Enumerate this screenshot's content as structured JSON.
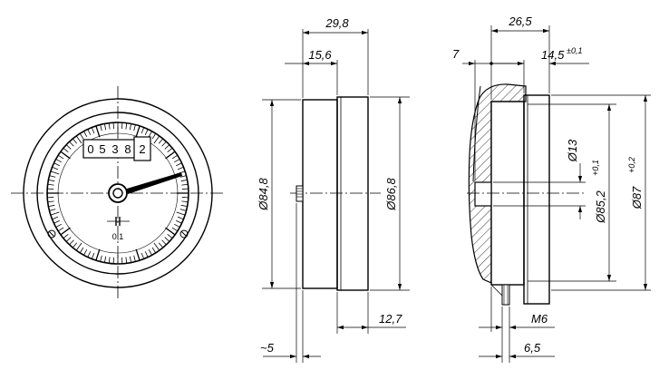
{
  "counter": {
    "digits": [
      "0",
      "5",
      "3",
      "8",
      "2"
    ]
  },
  "dial": {
    "scale_label": "0,1"
  },
  "side_view": {
    "dim_overall_depth": "29,8",
    "dim_front_depth": "15,6",
    "dim_outer_diameter": "Ø84,8",
    "dim_body_diameter": "Ø86,8",
    "dim_rear_depth": "12,7",
    "dim_stud_length": "~5"
  },
  "section_view": {
    "dim_depth": "26,5",
    "dim_offset": "7",
    "dim_rim_depth": "14,5",
    "dim_rim_tolerance": "±0,1",
    "dim_hub_diameter": "Ø13",
    "dim_bore_diameter": "Ø85,2",
    "dim_bore_tolerance": "+0,1",
    "dim_flange_diameter": "Ø87",
    "dim_flange_tolerance": "+0,2",
    "thread_label": "M6",
    "dim_thread_width": "6,5"
  }
}
